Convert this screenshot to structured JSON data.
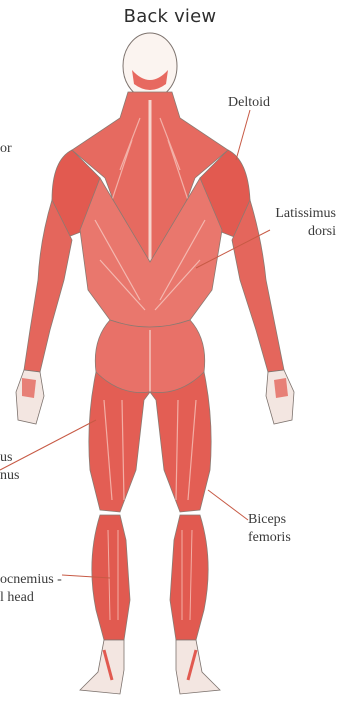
{
  "title": "Back view",
  "labels": {
    "deltoid": "Deltoid",
    "latissimus_line1": "Latissimus",
    "latissimus_line2": "dorsi",
    "biceps_line1": "Biceps",
    "biceps_line2": "femoris",
    "gastrocnemius_line1": "ocnemius -",
    "gastrocnemius_line2": "l head",
    "teres_fragment": "or",
    "semi_line1": "us",
    "semi_line2": "nus"
  },
  "colors": {
    "muscle_red": "#e0574f",
    "muscle_light": "#f2a9a0",
    "outline": "#8a7a72",
    "leader": "#c75a45"
  }
}
